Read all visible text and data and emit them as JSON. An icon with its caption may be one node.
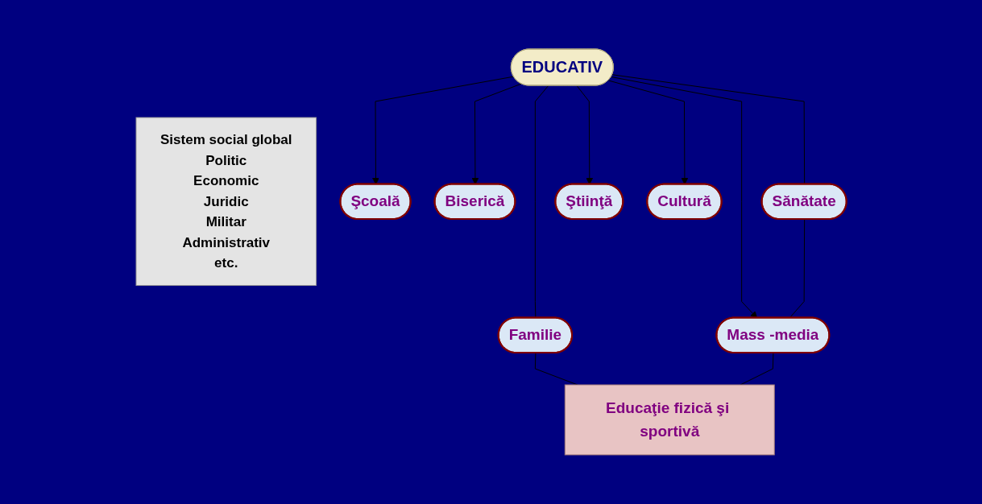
{
  "diagram": {
    "nodes": [
      {
        "text": [
          "EDUCATIV"
        ]
      },
      {
        "text": [
          "Familie"
        ]
      },
      {
        "text": [
          "Şcoală"
        ]
      },
      {
        "text": [
          "Biserică"
        ]
      },
      {
        "text": [
          "Sănătate"
        ]
      },
      {
        "text": [
          "Ştiinţă"
        ]
      },
      {
        "text": [
          "Cultură"
        ]
      },
      {
        "text": [
          "Mass -media"
        ]
      },
      {
        "text": [
          "Educaţie fizică şi sportivă"
        ]
      },
      {
        "text": [
          "Sistem social global",
          "Politic",
          "Economic",
          "Juridic",
          "Militar",
          "Administrativ",
          "etc."
        ]
      }
    ],
    "edges": [
      {
        "from": 0,
        "to": 1,
        "arrow": "none"
      },
      {
        "from": 0,
        "to": 2,
        "arrow": "to"
      },
      {
        "from": 0,
        "to": 3,
        "arrow": "to"
      },
      {
        "from": 0,
        "to": 4,
        "arrow": "none"
      },
      {
        "from": 0,
        "to": 5,
        "arrow": "to"
      },
      {
        "from": 0,
        "to": 6,
        "arrow": "to"
      },
      {
        "from": 0,
        "to": 7,
        "arrow": "to"
      },
      {
        "from": 1,
        "to": 8,
        "arrow": "none"
      },
      {
        "from": 4,
        "to": 7,
        "arrow": "none"
      },
      {
        "from": 7,
        "to": 8,
        "arrow": "none"
      }
    ]
  }
}
